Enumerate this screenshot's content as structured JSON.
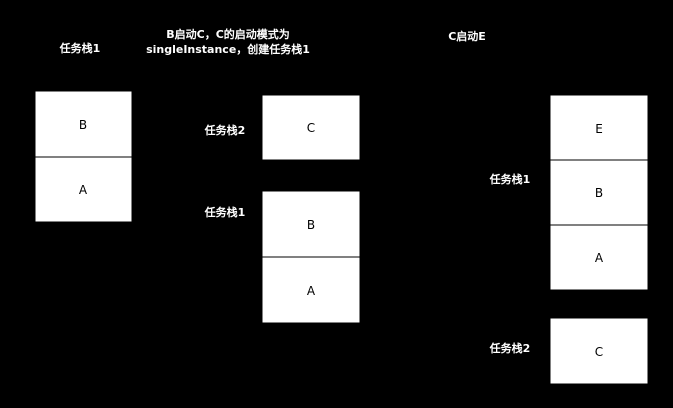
{
  "diagram": {
    "stack_labels": {
      "left_stack1": "任务栈1",
      "middle_stack2": "任务栈2",
      "middle_stack1": "任务栈1",
      "right_stack1": "任务栈1",
      "right_stack2": "任务栈2"
    },
    "left_stack": {
      "top": "B",
      "bottom": "A"
    },
    "middle_stack2": {
      "only": "C"
    },
    "middle_stack1": {
      "top": "B",
      "bottom": "A"
    },
    "right_stack1": {
      "top": "E",
      "middle": "B",
      "bottom": "A"
    },
    "right_stack2": {
      "only": "C"
    },
    "transitions": {
      "first_line1": "B启动C，C的启动模式为",
      "first_line2": "singleInstance，创建任务栈1",
      "second": "C启动E"
    },
    "colors": {
      "background": "#000000",
      "box_fill": "#ffffff",
      "box_stroke": "#000000",
      "label_text": "#ffffff",
      "box_text": "#000000"
    }
  }
}
